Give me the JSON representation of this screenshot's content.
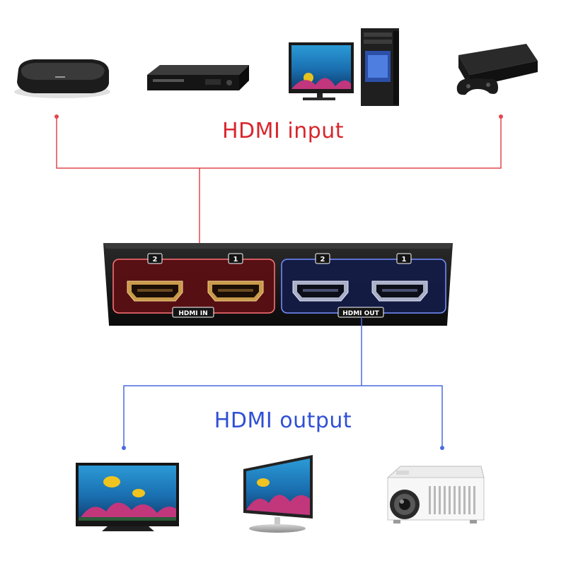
{
  "labels": {
    "input": "HDMI input",
    "output": "HDMI output"
  },
  "switch_box": {
    "in_group_label": "HDMI IN",
    "out_group_label": "HDMI OUT",
    "port_numbers": [
      "2",
      "1",
      "2",
      "1"
    ]
  },
  "input_devices": [
    "tv-box-icon",
    "dvd-player-icon",
    "desktop-pc-icon",
    "game-console-icon"
  ],
  "output_devices": [
    "tv-monitor-icon",
    "pc-monitor-icon",
    "projector-icon"
  ],
  "colors": {
    "input_line": "#e2474d",
    "output_line": "#4a6ae0",
    "in_group_glow": "#c8323a",
    "out_group_glow": "#3550c8",
    "box": "#141414"
  }
}
